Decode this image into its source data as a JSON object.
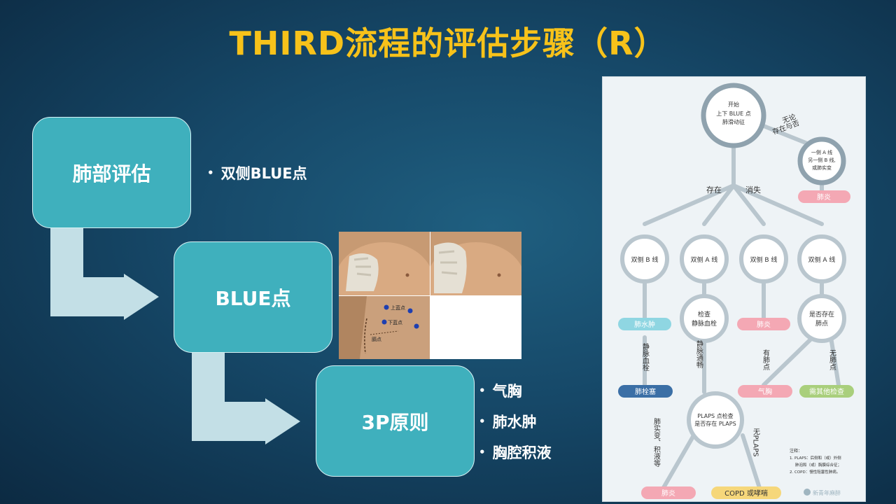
{
  "title": "THIRD流程的评估步骤（R）",
  "steps": [
    {
      "label": "肺部评估",
      "bullets": [
        "双侧BLUE点"
      ]
    },
    {
      "label": "BLUE点",
      "bullets": []
    },
    {
      "label": "3P原则",
      "bullets": [
        "气胸",
        "肺水肿",
        "胸腔积液"
      ]
    }
  ],
  "photo_labels": {
    "upper": "上蓝点",
    "lower": "下蓝点",
    "plaps": "膈点"
  },
  "flowchart": {
    "start": [
      "开始",
      "上下 BLUE 点",
      "肺滑动征"
    ],
    "branch_any": [
      "无论",
      "存在与否"
    ],
    "alt_node": [
      "一侧 A 线",
      "另一侧 B 线,",
      "或肺实变"
    ],
    "pneumonia": "肺炎",
    "present": "存在",
    "absent": "消失",
    "level2": [
      "双侧 B 线",
      "双侧 A 线",
      "双侧 B 线",
      "双侧 A 线"
    ],
    "pulmonary_edema": "肺水肿",
    "vein_check": [
      "检查",
      "静脉血栓"
    ],
    "lung_point_check": [
      "是否存在",
      "肺点"
    ],
    "vein_thrombus": "静脉血栓",
    "vein_patent": "静脉通畅",
    "has_lung_point": "有肺点",
    "no_lung_point": "无肺点",
    "embolism": "肺栓塞",
    "pneumothorax": "气胸",
    "other_exam": "需其他检查",
    "plaps_check": [
      "PLAPS 点检查",
      "是否存在 PLAPS"
    ],
    "consolidation": "肺实变、积液等",
    "no_plaps": "无PLAPS",
    "copd": "COPD 或哮喘",
    "notes": [
      "注释：",
      "1. PLAPS：后侧和（或）外侧",
      "肺泡和（或）胸膜综合征；",
      "2. COPD：慢性阻塞性肺病。"
    ],
    "watermark": "新青年麻醉"
  },
  "colors": {
    "title": "#f7c21a",
    "box": "#3fb0bd",
    "pink": "#f4a8b4",
    "cyan": "#8fd6e2",
    "navy": "#3b6fa6",
    "green": "#a9cf7c",
    "yellow": "#f6d77a"
  }
}
